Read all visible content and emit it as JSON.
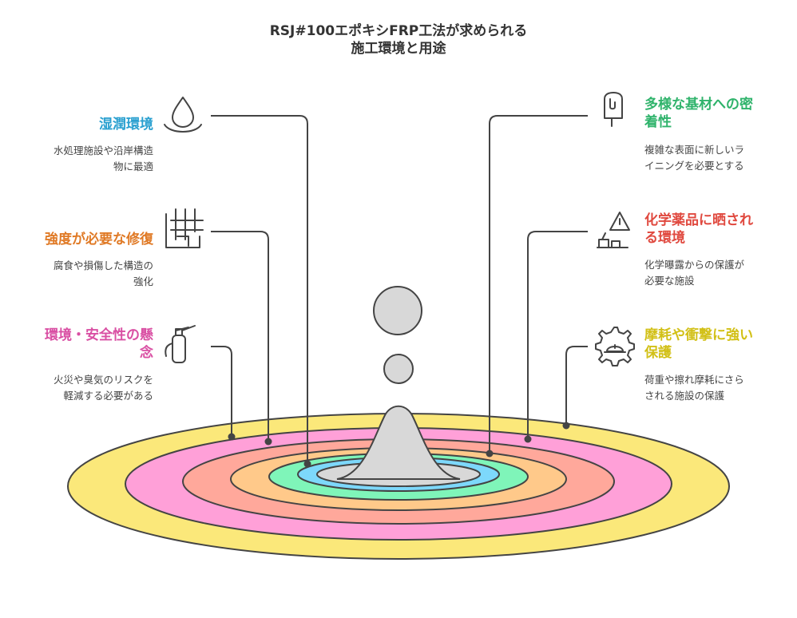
{
  "title": {
    "line1": "RSJ#100エポキシFRP工法が求められる",
    "line2": "施工環境と用途"
  },
  "items": [
    {
      "id": "wet",
      "side": "left",
      "heading": [
        "湿潤環境"
      ],
      "description": [
        "水処理施設や沿岸構造",
        "物に最適"
      ],
      "color": "#2aa0d0",
      "icon": "water-drop-icon"
    },
    {
      "id": "strength",
      "side": "left",
      "heading": [
        "強度が必要な修復"
      ],
      "description": [
        "腐食や損傷した構造の",
        "強化"
      ],
      "color": "#e07a26",
      "icon": "structure-repair-icon"
    },
    {
      "id": "safety",
      "side": "left",
      "heading": [
        "環境・安全性の懸",
        "念"
      ],
      "description": [
        "火災や臭気のリスクを",
        "軽減する必要がある"
      ],
      "color": "#d94fa3",
      "icon": "fire-extinguisher-icon"
    },
    {
      "id": "adhesion",
      "side": "right",
      "heading": [
        "多様な基材への密",
        "着性"
      ],
      "description": [
        "複雑な表面に新しいラ",
        "イニングを必要とする"
      ],
      "color": "#2fb36b",
      "icon": "ice-pop-icon"
    },
    {
      "id": "chemical",
      "side": "right",
      "heading": [
        "化学薬品に晒され",
        "る環境"
      ],
      "description": [
        "化学曝露からの保護が",
        "必要な施設"
      ],
      "color": "#e0493f",
      "icon": "chemical-warning-icon"
    },
    {
      "id": "wear",
      "side": "right",
      "heading": [
        "摩耗や衝撃に強い",
        "保護"
      ],
      "description": [
        "荷重や擦れ摩耗にさら",
        "される施設の保護"
      ],
      "color": "#d2c017",
      "icon": "gear-helmet-icon"
    }
  ],
  "rings": [
    {
      "name": "wear",
      "color": "#fbe87a"
    },
    {
      "name": "safety",
      "color": "#ffa0d8"
    },
    {
      "name": "chemical",
      "color": "#ffa89b"
    },
    {
      "name": "strength",
      "color": "#ffc98a"
    },
    {
      "name": "adhesion",
      "color": "#7ff5b9"
    },
    {
      "name": "wet",
      "color": "#7dd8fb"
    },
    {
      "name": "core",
      "color": "#d8d8d8"
    }
  ],
  "colors": {
    "outline": "#444444",
    "drop": "#d8d8d8",
    "title": "#333333",
    "description": "#444444"
  }
}
